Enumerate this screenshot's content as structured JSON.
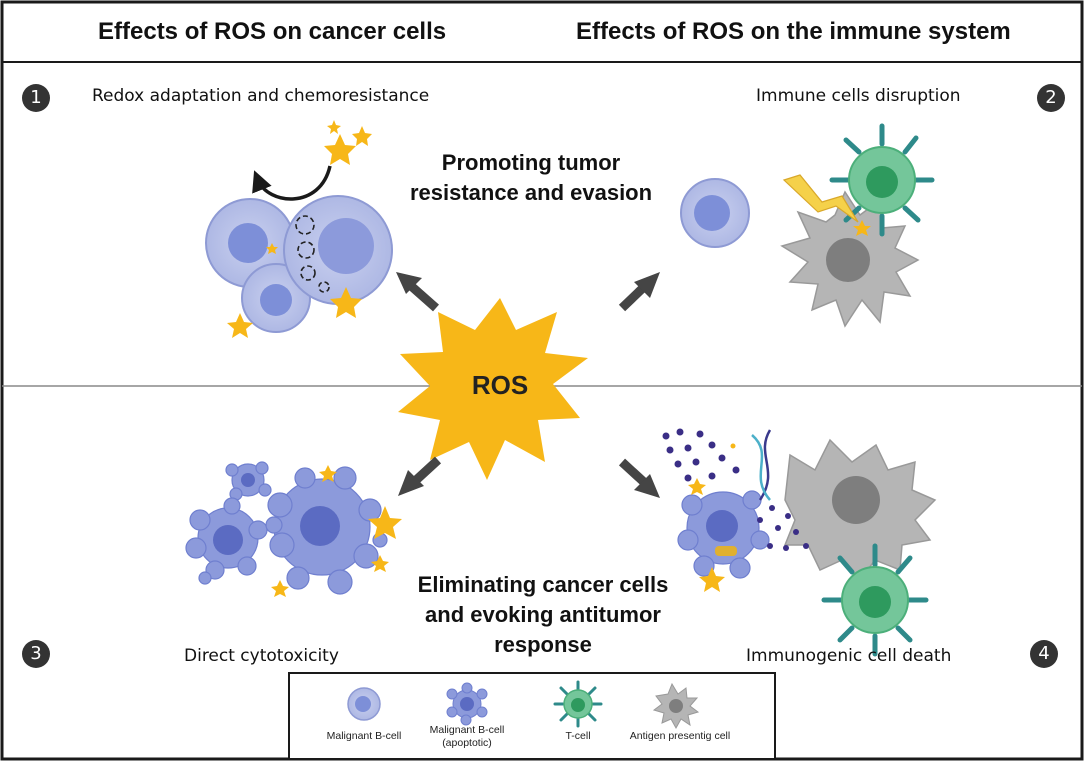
{
  "headers": {
    "left": "Effects of ROS on cancer cells",
    "right": "Effects of ROS on the immune system"
  },
  "quadrants": [
    {
      "number": "1",
      "label": "Redox adaptation and chemoresistance"
    },
    {
      "number": "2",
      "label": "Immune cells disruption"
    },
    {
      "number": "3",
      "label": "Direct cytotoxicity"
    },
    {
      "number": "4",
      "label": "Immunogenic cell death"
    }
  ],
  "center": {
    "ros": "ROS",
    "top_line1": "Promoting tumor",
    "top_line2": "resistance and evasion",
    "bottom_line1": "Eliminating cancer cells",
    "bottom_line2": "and evoking antitumor",
    "bottom_line3": "response"
  },
  "legend": {
    "items": [
      {
        "label": "Malignant B-cell"
      },
      {
        "label_line1": "Malignant B-cell",
        "label_line2": "(apoptotic)"
      },
      {
        "label": "T-cell"
      },
      {
        "label": "Antigen presentig cell"
      }
    ]
  },
  "colors": {
    "ros_star": "#F7B718",
    "bcell_outer": "#B8C2E8",
    "bcell_nucleus": "#7D8FD8",
    "tcell": "#4CAF7A",
    "tcell_receptor": "#2E8A8A",
    "apc": "#B5B5B5",
    "arrow": "#454545",
    "dna": "#3A3A8C"
  },
  "icons": [
    "ros-star-icon",
    "arrow-icon",
    "b-cell-icon",
    "apoptotic-b-cell-icon",
    "t-cell-icon",
    "antigen-presenting-cell-icon",
    "dna-icon",
    "lightning-icon"
  ]
}
